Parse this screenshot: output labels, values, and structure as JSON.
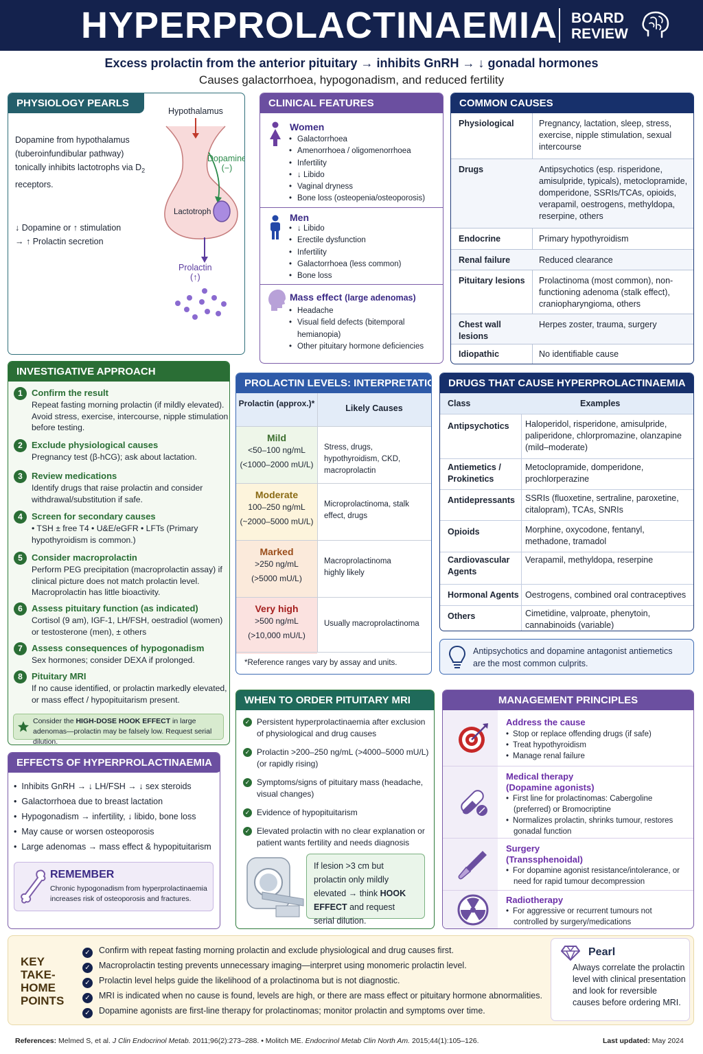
{
  "header": {
    "title": "HYPERPROLACTINAEMIA",
    "badge_line1": "BOARD",
    "badge_line2": "REVIEW",
    "icon": "brain-icon",
    "subtitle": "Excess prolactin from the anterior pituitary → inhibits GnRH → ↓ gonadal hormones",
    "subtitle2": "Causes galactorrhoea, hypogonadism, and reduced fertility"
  },
  "physiology": {
    "title": "PHYSIOLOGY PEARLS",
    "para1_part1": "Dopamine from hypothalamus (tuberoinfundibular pathway) tonically inhibits lactotrophs via D",
    "para1_sub": "2",
    "para1_part2": " receptors.",
    "para2_line1": "↓ Dopamine or ↑ stimulation",
    "para2_line2": "→ ↑ Prolactin secretion",
    "diagram": {
      "hypothalamus": "Hypothalamus",
      "dopamine": "Dopamine",
      "dopamine_sign": "(−)",
      "lactotroph": "Lactotroph",
      "prolactin": "Prolactin",
      "prolactin_sign": "(↑)"
    }
  },
  "clinical": {
    "title": "CLINICAL FEATURES",
    "women": {
      "heading": "Women",
      "items": [
        "Galactorrhoea",
        "Amenorrhoea / oligomenorrhoea",
        "Infertility",
        "↓ Libido",
        "Vaginal dryness",
        "Bone loss (osteopenia/osteoporosis)"
      ]
    },
    "men": {
      "heading": "Men",
      "items": [
        "↓ Libido",
        "Erectile dysfunction",
        "Infertility",
        "Galactorrhoea (less common)",
        "Bone loss"
      ]
    },
    "mass": {
      "heading": "Mass effect",
      "heading_note": "(large adenomas)",
      "items": [
        "Headache",
        "Visual field defects (bitemporal hemianopia)",
        "Other pituitary hormone deficiencies"
      ]
    }
  },
  "causes": {
    "title": "COMMON CAUSES",
    "rows": [
      {
        "k": "Physiological",
        "v": "Pregnancy, lactation, sleep, stress, exercise, nipple stimulation, sexual intercourse"
      },
      {
        "k": "Drugs",
        "v": "Antipsychotics (esp. risperidone, amisulpride, typicals), metoclopramide, domperidone, SSRIs/TCAs, opioids, verapamil, oestrogens, methyldopa, reserpine, others"
      },
      {
        "k": "Endocrine",
        "v": "Primary hypothyroidism"
      },
      {
        "k": "Renal failure",
        "v": "Reduced clearance"
      },
      {
        "k": "Pituitary lesions",
        "v": "Prolactinoma (most common), non-functioning adenoma (stalk effect), craniopharyngioma, others"
      },
      {
        "k": "Chest wall lesions",
        "v": "Herpes zoster, trauma, surgery"
      },
      {
        "k": "Idiopathic",
        "v": "No identifiable cause"
      }
    ]
  },
  "investigative": {
    "title": "INVESTIGATIVE APPROACH",
    "steps": [
      {
        "n": "1",
        "h": "Confirm the result",
        "b": "Repeat fasting morning prolactin (if mildly elevated). Avoid stress, exercise, intercourse, nipple stimulation before testing."
      },
      {
        "n": "2",
        "h": "Exclude physiological causes",
        "b": "Pregnancy test (β-hCG); ask about lactation."
      },
      {
        "n": "3",
        "h": "Review medications",
        "b": "Identify drugs that raise prolactin and consider withdrawal/substitution if safe."
      },
      {
        "n": "4",
        "h": "Screen for secondary causes",
        "b": "•  TSH ± free T4    •  U&E/eGFR    •  LFTs (Primary hypothyroidism is common.)"
      },
      {
        "n": "5",
        "h": "Consider macroprolactin",
        "b": "Perform PEG precipitation (macroprolactin assay) if clinical picture does not match prolactin level. Macroprolactin has little bioactivity."
      },
      {
        "n": "6",
        "h": "Assess pituitary function (as indicated)",
        "b": "Cortisol (9 am), IGF-1, LH/FSH, oestradiol (women) or testosterone (men), ± others"
      },
      {
        "n": "7",
        "h": "Assess consequences of hypogonadism",
        "b": "Sex hormones; consider DEXA if prolonged."
      },
      {
        "n": "8",
        "h": "Pituitary MRI",
        "b": "If no cause identified, or prolactin markedly elevated, or mass effect / hypopituitarism present."
      }
    ],
    "hook_pre": "Consider the ",
    "hook_bold": "HIGH-DOSE HOOK EFFECT",
    "hook_post": " in large adenomas—prolactin may be falsely low. Request serial dilution."
  },
  "effects": {
    "title": "EFFECTS OF HYPERPROLACTINAEMIA",
    "items": [
      "Inhibits GnRH → ↓ LH/FSH → ↓ sex steroids",
      "Galactorrhoea due to breast lactation",
      "Hypogonadism → infertility, ↓ libido, bone loss",
      "May cause or worsen osteoporosis",
      "Large adenomas → mass effect & hypopituitarism"
    ],
    "remember_title": "REMEMBER",
    "remember_text": "Chronic hypogonadism from hyperprolactinaemia increases risk of osteoporosis and fractures."
  },
  "levels": {
    "title": "PROLACTIN LEVELS: INTERPRETATION",
    "col1": "Prolactin (approx.)*",
    "col2": "Likely Causes",
    "rows": [
      {
        "name": "Mild",
        "v1": "<50–100 ng/mL",
        "v2": "(<1000–2000 mU/L)",
        "cause": "Stress, drugs, hypothyroidism, CKD, macroprolactin",
        "bg": "#eef6e9",
        "color": "#3c6e2e"
      },
      {
        "name": "Moderate",
        "v1": "100–250 ng/mL",
        "v2": "(~2000–5000 mU/L)",
        "cause": "Microprolactinoma, stalk effect, drugs",
        "bg": "#fdf4dc",
        "color": "#8a6a14"
      },
      {
        "name": "Marked",
        "v1": ">250 ng/mL",
        "v2": "(>5000 mU/L)",
        "cause": "Macroprolactinoma highly likely",
        "bg": "#fbeadb",
        "color": "#9a4d1a"
      },
      {
        "name": "Very high",
        "v1": ">500 ng/mL",
        "v2": "(>10,000 mU/L)",
        "cause": "Usually macroprolactinoma",
        "bg": "#fbe2e0",
        "color": "#a52020"
      }
    ],
    "footnote": "*Reference ranges vary by assay and units."
  },
  "drugs": {
    "title": "DRUGS THAT CAUSE HYPERPROLACTINAEMIA",
    "col1": "Class",
    "col2": "Examples",
    "rows": [
      {
        "k": "Antipsychotics",
        "v": "Haloperidol, risperidone, amisulpride, paliperidone, chlorpromazine, olanzapine (mild–moderate)"
      },
      {
        "k": "Antiemetics / Prokinetics",
        "v": "Metoclopramide, domperidone, prochlorperazine"
      },
      {
        "k": "Antidepressants",
        "v": "SSRIs (fluoxetine, sertraline, paroxetine, citalopram), TCAs, SNRIs"
      },
      {
        "k": "Opioids",
        "v": "Morphine, oxycodone, fentanyl, methadone, tramadol"
      },
      {
        "k": "Cardiovascular Agents",
        "v": "Verapamil, methyldopa, reserpine"
      },
      {
        "k": "Hormonal Agents",
        "v": "Oestrogens, combined oral contraceptives"
      },
      {
        "k": "Others",
        "v": "Cimetidine, valproate, phenytoin, cannabinoids (variable)"
      }
    ],
    "culprit": "Antipsychotics and dopamine antagonist antiemetics are the most common culprits."
  },
  "mri": {
    "title": "WHEN TO ORDER PITUITARY MRI",
    "items": [
      "Persistent hyperprolactinaemia after exclusion of physiological and drug causes",
      "Prolactin >200–250 ng/mL (>4000–5000 mU/L) (or rapidly rising)",
      "Symptoms/signs of pituitary mass (headache, visual changes)",
      "Evidence of hypopituitarism",
      "Elevated prolactin with no clear explanation or patient wants fertility and needs diagnosis"
    ],
    "note_pre": "If lesion >3 cm but prolactin only mildly elevated → think ",
    "note_bold": "HOOK EFFECT",
    "note_post": " and request serial dilution."
  },
  "management": {
    "title": "MANAGEMENT PRINCIPLES",
    "sections": [
      {
        "h": "Address the cause",
        "items": [
          "Stop or replace offending drugs (if safe)",
          "Treat hypothyroidism",
          "Manage renal failure"
        ],
        "icon": "target-icon"
      },
      {
        "h": "Medical therapy",
        "h2": "(Dopamine agonists)",
        "items": [
          "First line for prolactinomas: Cabergoline (preferred) or Bromocriptine",
          "Normalizes prolactin, shrinks tumour, restores gonadal function"
        ],
        "icon": "pill-icon"
      },
      {
        "h": "Surgery",
        "h2": "(Transsphenoidal)",
        "items": [
          "For dopamine agonist resistance/intolerance, or need for rapid tumour decompression"
        ],
        "icon": "scalpel-icon"
      },
      {
        "h": "Radiotherapy",
        "items": [
          "For aggressive or recurrent tumours not controlled by surgery/medications"
        ],
        "icon": "radiation-icon"
      }
    ]
  },
  "takehome": {
    "title_l1": "KEY",
    "title_l2": "TAKE-",
    "title_l3": "HOME",
    "title_l4": "POINTS",
    "points": [
      "Confirm with repeat fasting morning prolactin and exclude physiological and drug causes first.",
      "Macroprolactin testing prevents unnecessary imaging—interpret using monomeric prolactin level.",
      "Prolactin level helps guide the likelihood of a prolactinoma but is not diagnostic.",
      "MRI is indicated when no cause is found, levels are high, or there are mass effect or pituitary hormone abnormalities.",
      "Dopamine agonists are first-line therapy for prolactinomas; monitor prolactin and symptoms over time."
    ],
    "pearl_title": "Pearl",
    "pearl_text": "Always correlate the prolactin level with clinical presentation and look for reversible causes before ordering MRI."
  },
  "footer": {
    "refs_label": "References:",
    "refs_1a": "Melmed S, et al. ",
    "refs_1j": "J Clin Endocrinol Metab.",
    "refs_1b": " 2011;96(2):273–288.  •  Molitch ME. ",
    "refs_2j": "Endocrinol Metab Clin North Am.",
    "refs_2b": " 2015;44(1):105–126.",
    "updated_label": "Last updated:",
    "updated_value": "May 2024"
  },
  "colors": {
    "navy": "#14224d",
    "teal": "#245f6b",
    "purple": "#6b4fa0",
    "green": "#2a6e35",
    "blue": "#2e5aa8"
  }
}
